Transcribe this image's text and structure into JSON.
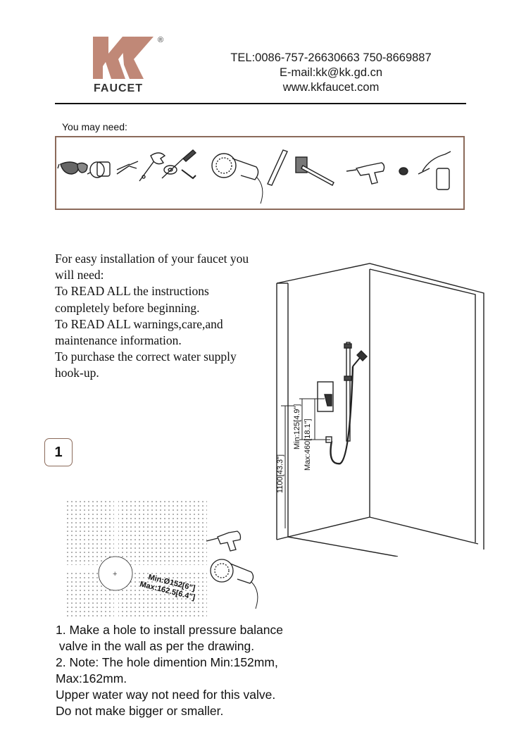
{
  "brand": {
    "logo_letters": "KK",
    "logo_word": "FAUCET",
    "registered_mark": "®",
    "color": "#c08877"
  },
  "contact": {
    "tel": "TEL:0086-757-26630663 750-8669887",
    "email": "E-mail:kk@kk.gd.cn",
    "website": "www.kkfaucet.com"
  },
  "tools": {
    "label": "You may need:",
    "items": [
      "safety-glasses",
      "tape-measure",
      "pliers",
      "adjustable-wrench",
      "thread-seal-tape",
      "screwdriver",
      "hex-key",
      "circular-saw",
      "chisel",
      "sledgehammer",
      "caulk-gun",
      "plumbers-tape-roll",
      "sealant-gun"
    ],
    "border_color": "#8b6a5a"
  },
  "intro": {
    "lines": [
      "For easy installation of your  faucet you",
      "will need:",
      "To READ ALL the instructions",
      "completely before beginning.",
      "To READ ALL warnings,care,and",
      "maintenance information.",
      "To purchase the correct water supply",
      "hook-up."
    ]
  },
  "step": {
    "number": "1",
    "lines": [
      "1. Make a hole to install pressure balance",
      " valve in the wall as per the drawing.",
      "2. Note: The hole dimention Min:152mm,",
      "Max:162mm.",
      "Upper water way not need for this valve.",
      "Do not make bigger or smaller."
    ]
  },
  "shower_diagram": {
    "dim_total": "1100[43.3\"]",
    "dim_min": "Min:125[4.9\"]",
    "dim_max": "Max:460[18.1\"]"
  },
  "wall_diagram": {
    "dim_min": "Min:Ø152[6\"]",
    "dim_max": "Max:162.5[6.4\"]",
    "center_mark": "+"
  }
}
